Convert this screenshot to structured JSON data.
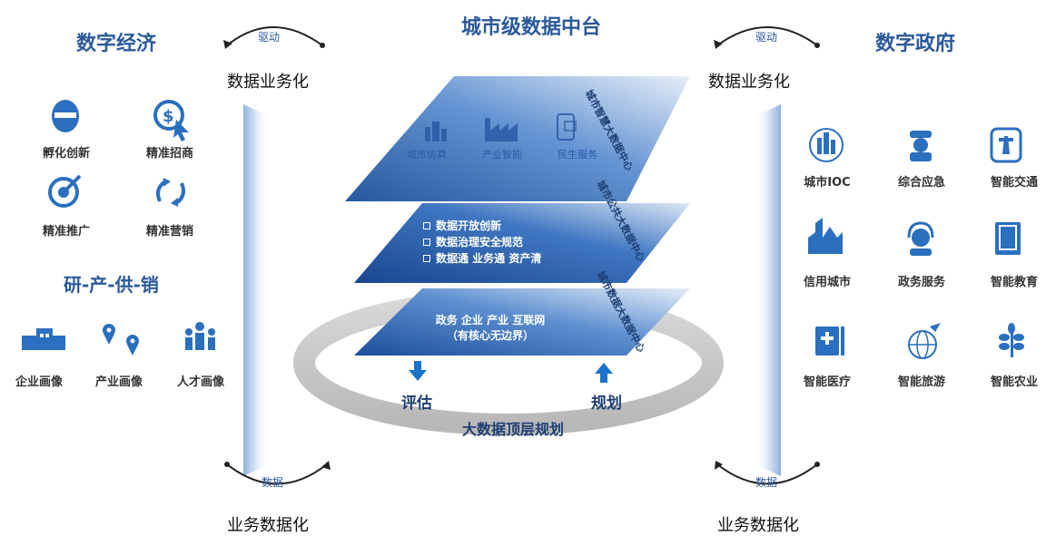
{
  "center": {
    "title": "城市级数据中台",
    "layer_top": {
      "side_label": "城市智慧大数据中心",
      "items": [
        "城市仿真",
        "产业智能",
        "民生服务"
      ]
    },
    "layer_mid": {
      "side_label": "城市公共大数据中心",
      "bullets": [
        "数据开放创新",
        "数据治理安全规范",
        "数据通 业务通 资产清"
      ]
    },
    "layer_bottom": {
      "side_label": "城市数据大数据中心",
      "line1": "政务 企业 产业 互联网",
      "line2": "（有核心无边界）"
    },
    "ring_label": "大数据顶层规划",
    "evaluate": "评估",
    "plan": "规划"
  },
  "left": {
    "title": "数字经济",
    "cycle_top_badge": "驱动",
    "cycle_top_text": "数据业务化",
    "cycle_bottom_badge": "数据",
    "cycle_bottom_text": "业务数据化",
    "grid_items": [
      {
        "label": "孵化创新",
        "icon": "egg-icon"
      },
      {
        "label": "精准招商",
        "icon": "dollar-cursor-icon"
      },
      {
        "label": "精准推广",
        "icon": "target-icon"
      },
      {
        "label": "精准营销",
        "icon": "refresh-icon"
      }
    ],
    "section2_title": "研-产-供-销",
    "row_items": [
      {
        "label": "企业画像",
        "icon": "building-icon"
      },
      {
        "label": "产业画像",
        "icon": "location-pins-icon"
      },
      {
        "label": "人才画像",
        "icon": "people-icon"
      }
    ]
  },
  "right": {
    "title": "数字政府",
    "cycle_top_badge": "驱动",
    "cycle_top_text": "数据业务化",
    "cycle_bottom_badge": "数据",
    "cycle_bottom_text": "业务数据化",
    "grid_items": [
      {
        "label": "城市IOC",
        "icon": "city-globe-icon"
      },
      {
        "label": "综合应急",
        "icon": "officer-icon"
      },
      {
        "label": "智能交通",
        "icon": "road-icon"
      },
      {
        "label": "信用城市",
        "icon": "city-skyline-icon"
      },
      {
        "label": "政务服务",
        "icon": "headset-agent-icon"
      },
      {
        "label": "智能教育",
        "icon": "book-icon"
      },
      {
        "label": "智能医疗",
        "icon": "medical-icon"
      },
      {
        "label": "智能旅游",
        "icon": "globe-plane-icon"
      },
      {
        "label": "智能农业",
        "icon": "plant-icon"
      }
    ]
  },
  "colors": {
    "primary": "#2b5a9c",
    "accent": "#1a73c8",
    "ring": "#c9c9c9"
  }
}
